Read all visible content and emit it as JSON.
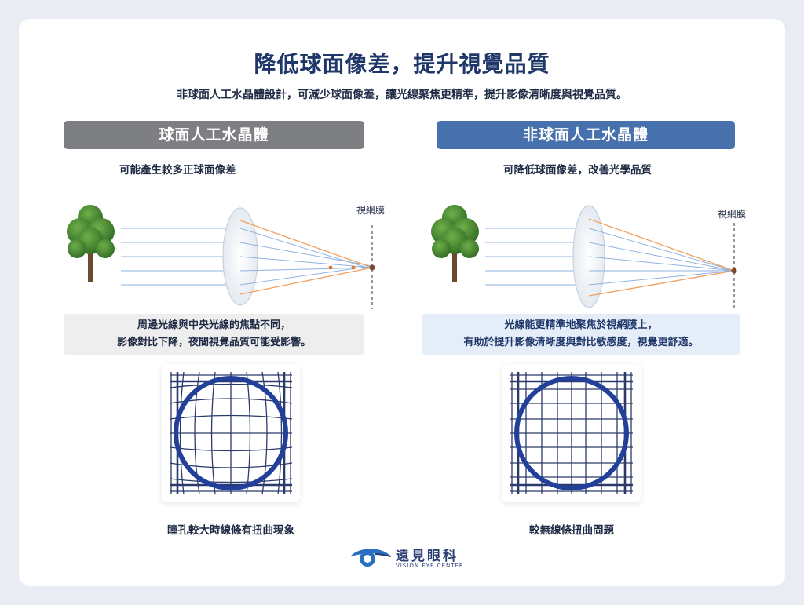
{
  "title": "降低球面像差，提升視覺品質",
  "subtitle": "非球面人工水晶體設計，可減少球面像差，讓光線聚焦更精準，提升影像清晰度與視覺品質。",
  "left": {
    "header": "球面人工水晶體",
    "caption": "可能產生較多正球面像差",
    "retina_label": "視網膜",
    "note_line1": "周邊光線與中央光線的焦點不同，",
    "note_line2": "影像對比下降，夜間視覺品質可能受影響。",
    "grid_caption": "瞳孔較大時線條有扭曲現象"
  },
  "right": {
    "header": "非球面人工水晶體",
    "caption": "可降低球面像差，改善光學品質",
    "retina_label": "視網膜",
    "note_line1": "光線能更精準地聚焦於視網膜上，",
    "note_line2": "有助於提升影像清晰度與對比敏感度，視覺更舒適。",
    "grid_caption": "較無線條扭曲問題"
  },
  "logo": {
    "name": "遠見眼科",
    "english": "VISION EYE CENTER"
  },
  "colors": {
    "title": "#1f3769",
    "left_header": "#7d7f83",
    "right_header": "#4671ad",
    "ray_blue": "#8fb3e0",
    "ray_orange": "#f0a060",
    "grid_line": "#2b3a6b",
    "circle": "#22409a"
  }
}
